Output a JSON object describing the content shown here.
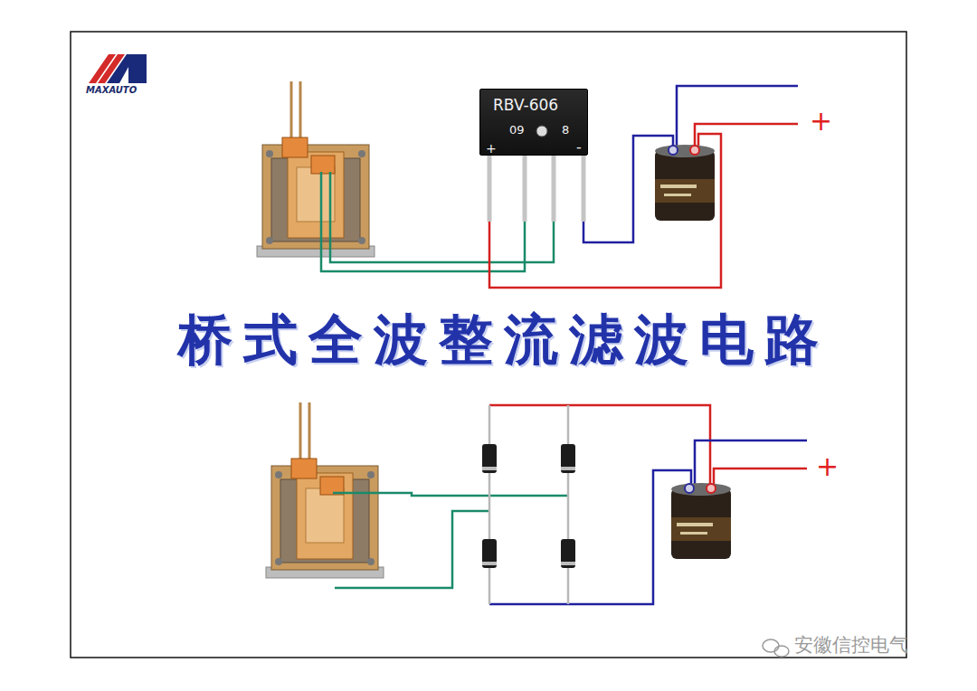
{
  "diagram": {
    "title": "桥式全波整流滤波电路",
    "nodes": [
      {
        "text": [
          "RBV-606",
          "09",
          "8",
          "+",
          "-"
        ]
      }
    ],
    "labels": [
      "MAXAUTO",
      "+",
      "+",
      "安徽信控电气"
    ]
  }
}
